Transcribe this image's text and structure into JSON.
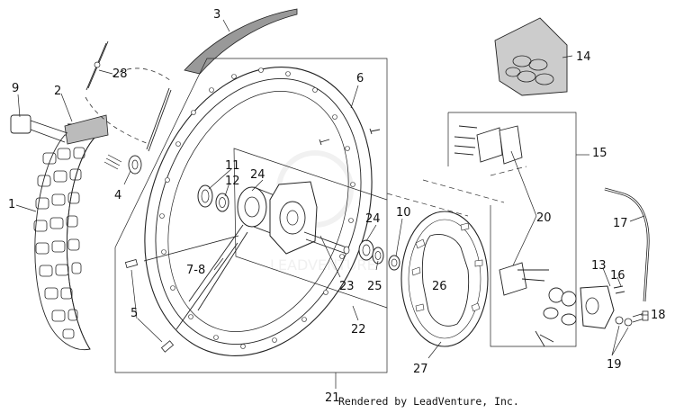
{
  "diagram": {
    "credit": "Rendered by LeadVenture, Inc.",
    "watermark": "LEADVENTURE",
    "callouts": [
      "1",
      "2",
      "3",
      "4",
      "5",
      "6",
      "7-8",
      "9",
      "10",
      "11",
      "12",
      "13",
      "14",
      "15",
      "16",
      "17",
      "18",
      "19",
      "20",
      "21",
      "22",
      "23",
      "24",
      "24",
      "25",
      "26",
      "27",
      "28"
    ]
  }
}
